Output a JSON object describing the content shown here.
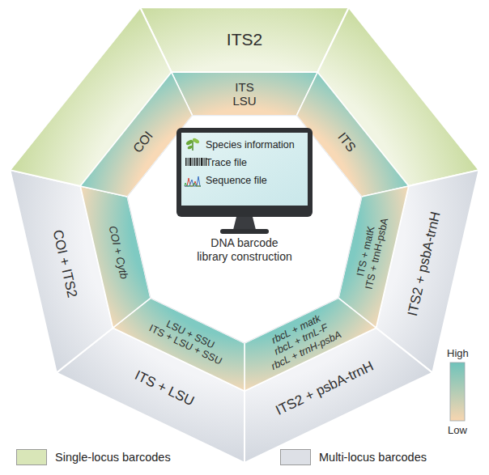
{
  "diagram": {
    "nodes": [
      {
        "text": [
          "ITS2"
        ]
      },
      {
        "text": [
          "COI + ITS2"
        ]
      },
      {
        "text": [
          "ITS2 + psbA-trnH"
        ]
      },
      {
        "text": [
          "ITS + LSU"
        ]
      },
      {
        "text": [
          "ITS2 + psbA-trnH"
        ]
      },
      {
        "text": [
          "ITS",
          "LSU"
        ]
      },
      {
        "text": [
          "COI"
        ]
      },
      {
        "text": [
          "ITS"
        ]
      },
      {
        "text": [
          "COI + Cytb"
        ]
      },
      {
        "text": [
          "ITS + matK",
          "ITS + trnH-psbA"
        ]
      },
      {
        "text": [
          "LSU + SSU",
          "ITS + LSU + SSU"
        ]
      },
      {
        "text": [
          "rbcL + matk",
          "rbcL + trnL-F",
          "rbcL + trnH-psbA"
        ]
      },
      {
        "text": [
          "Species information",
          "Trace file",
          "Sequence file",
          "DNA barcode library construction"
        ]
      }
    ],
    "labels": [
      "High",
      "Low"
    ],
    "legend": [
      {
        "text": "Single-locus barcodes",
        "color": "#d9e6b8"
      },
      {
        "text": "Multi-locus barcodes",
        "color": "#dde0e6"
      }
    ]
  }
}
